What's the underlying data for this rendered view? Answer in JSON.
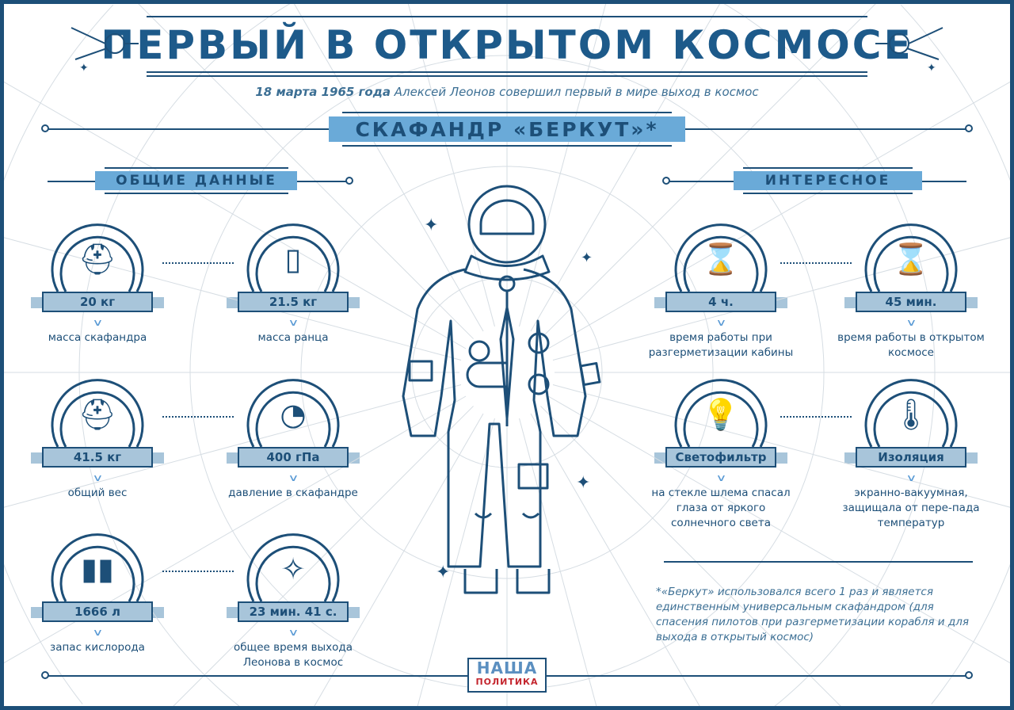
{
  "header": {
    "title": "ПЕРВЫЙ В ОТКРЫТОМ КОСМОСЕ",
    "subtitle_date": "18 марта 1965 года",
    "subtitle_text": "Алексей Леонов совершил первый в мире выход в космос"
  },
  "banner": {
    "label": "СКАФАНДР «БЕРКУТ»*"
  },
  "sections": {
    "left": "ОБЩИЕ ДАННЫЕ",
    "right": "ИНТЕРЕСНОЕ"
  },
  "stats": [
    {
      "value": "20 кг",
      "caption": "масса скафандра",
      "icon": "helmet-on-scale-icon"
    },
    {
      "value": "21.5 кг",
      "caption": "масса ранца",
      "icon": "backpack-on-scale-icon"
    },
    {
      "value": "41.5 кг",
      "caption": "общий вес",
      "icon": "suit-and-backpack-on-scale-icon"
    },
    {
      "value": "400 гПа",
      "caption": "давление в скафандре",
      "icon": "pressure-gauge-icon"
    },
    {
      "value": "1666 л",
      "caption": "запас кислорода",
      "icon": "oxygen-tanks-icon"
    },
    {
      "value": "23 мин. 41 с.",
      "caption": "общее время выхода Леонова в космос",
      "icon": "stopwatch-icon"
    },
    {
      "value": "4 ч.",
      "caption": "время работы при разгерметизации кабины",
      "icon": "hourglass-cloud-icon"
    },
    {
      "value": "45 мин.",
      "caption": "время работы в открытом космосе",
      "icon": "hourglass-stars-icon"
    },
    {
      "value": "Светофильтр",
      "caption": "на стекле шлема спасал глаза от яркого солнечного света",
      "icon": "lightbulb-shield-icon"
    },
    {
      "value": "Изоляция",
      "caption": "экранно-вакуумная, защищала от пере-пада температур",
      "icon": "thermometer-shield-icon"
    }
  ],
  "footnote": "*«Беркут» использовался всего 1 раз и является единственным универсальным скафандром (для спасения пилотов при разгерметизации корабля и для выхода в открытый космос)",
  "logo": {
    "top": "НАША",
    "bottom": "ПОЛИТИКА"
  },
  "colors": {
    "dark": "#1d4f78",
    "banner": "#6aaad8",
    "label": "#a8c5da",
    "accent": "#5b9bd5"
  }
}
